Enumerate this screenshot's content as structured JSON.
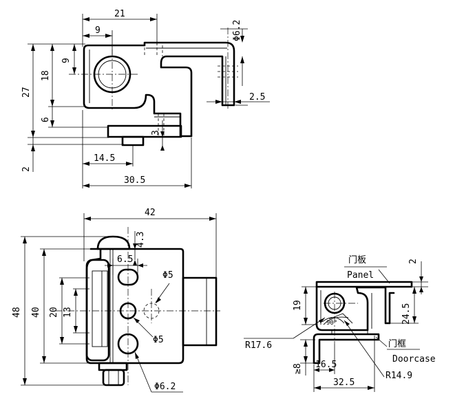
{
  "top_view": {
    "d_21": "21",
    "d_9_top": "9",
    "d_phi62": "Φ6.2",
    "d_9_left": "9",
    "d_18": "18",
    "d_27": "27",
    "d_6": "6",
    "d_2": "2",
    "d_3": "3",
    "d_25": "2.5",
    "d_145": "14.5",
    "d_305": "30.5"
  },
  "front_view": {
    "d_42": "42",
    "d_43": "4.3",
    "d_65": "6.5",
    "d_phi5_a": "Φ5",
    "d_phi5_b": "Φ5",
    "d_phi62": "Φ6.2",
    "d_48": "48",
    "d_40": "40",
    "d_20": "20",
    "d_13": "13"
  },
  "install_view": {
    "panel_cn": "门板",
    "panel_en": "Panel",
    "doorcase_cn": "门框",
    "doorcase_en": "Doorcase",
    "d_2": "2",
    "d_19": "19",
    "d_245": "24.5",
    "d_90": "90°",
    "d_r176": "R17.6",
    "d_r149": "R14.9",
    "d_ge8": "≥8",
    "d_165": "16.5",
    "d_325": "32.5"
  }
}
